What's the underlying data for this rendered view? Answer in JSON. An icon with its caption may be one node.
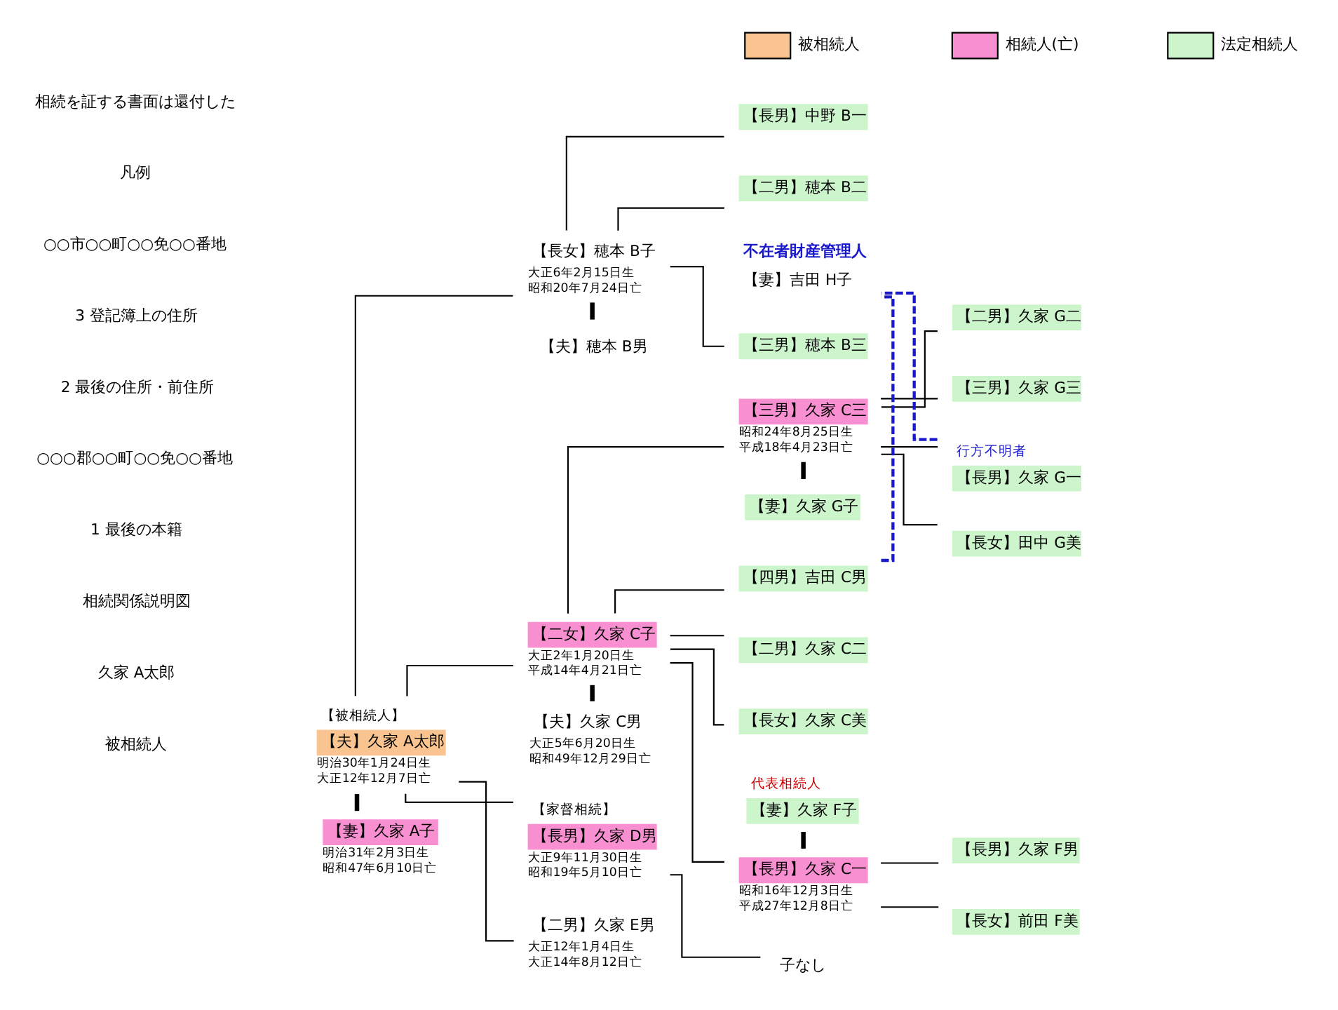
{
  "diagram": {
    "nodes": [
      {
        "text": [
          "【夫】久家 A太郎",
          "明治30年1月24日生",
          "大正12年12月7日亡"
        ],
        "beside": [
          "【被相続人】"
        ]
      },
      {
        "text": [
          "【妻】久家 A子",
          "明治31年2月3日生",
          "昭和47年6月10日亡"
        ]
      },
      {
        "text": [
          "【長女】穂本 B子",
          "大正6年2月15日生",
          "昭和20年7月24日亡"
        ]
      },
      {
        "text": [
          "【夫】穂本 B男"
        ]
      },
      {
        "text": [
          "【長男】中野 B一"
        ]
      },
      {
        "text": [
          "【二男】穂本 B二"
        ]
      },
      {
        "text": [
          "【三男】穂本 B三"
        ]
      },
      {
        "text": [
          "【二女】久家 C子",
          "大正2年1月20日生",
          "平成14年4月21日亡"
        ]
      },
      {
        "text": [
          "【夫】久家 C男",
          "大正5年6月20日生",
          "昭和49年12月29日亡"
        ]
      },
      {
        "text": [
          "【妻】久家 F子"
        ],
        "beside": [
          "代表相続人"
        ]
      },
      {
        "text": [
          "【長男】久家 C一",
          "昭和16年12月3日生",
          "平成27年12月8日亡"
        ]
      },
      {
        "text": [
          "【長男】久家 F男"
        ]
      },
      {
        "text": [
          "【長女】前田 F美"
        ]
      },
      {
        "text": [
          "【二男】久家 C二"
        ]
      },
      {
        "text": [
          "【三男】久家 C三",
          "昭和24年8月25日生",
          "平成18年4月23日亡"
        ]
      },
      {
        "text": [
          "【妻】久家 G子"
        ]
      },
      {
        "text": [
          "【長女】田中 G美"
        ]
      },
      {
        "text": [
          "【長男】久家 G一"
        ],
        "beside": [
          "行方不明者"
        ]
      },
      {
        "text": [
          "【二男】久家 G二"
        ]
      },
      {
        "text": [
          "【三男】久家 G三"
        ]
      },
      {
        "text": [
          "【長女】久家 C美"
        ]
      },
      {
        "text": [
          "【四男】吉田 C男"
        ]
      },
      {
        "text": [
          "不在者財産管理人",
          "【妻】吉田 H子"
        ]
      },
      {
        "text": [
          "【長男】久家 D男",
          "大正9年11月30日生",
          "昭和19年5月10日亡"
        ],
        "beside": [
          "【家督相続】"
        ]
      },
      {
        "text": [
          "子なし"
        ]
      },
      {
        "text": [
          "【二男】久家 E男",
          "大正12年1月4日生",
          "大正14年8月12日亡"
        ]
      }
    ],
    "edges": [
      {
        "from": 0,
        "to": 1,
        "arrow": "none",
        "style": "thick"
      },
      {
        "from": 0,
        "to": 2,
        "arrow": "none"
      },
      {
        "from": 0,
        "to": 7,
        "arrow": "none"
      },
      {
        "from": 0,
        "to": 23,
        "arrow": "none"
      },
      {
        "from": 0,
        "to": 25,
        "arrow": "none"
      },
      {
        "from": 2,
        "to": 3,
        "arrow": "none",
        "style": "thick"
      },
      {
        "from": 2,
        "to": 4,
        "arrow": "none"
      },
      {
        "from": 2,
        "to": 5,
        "arrow": "none"
      },
      {
        "from": 2,
        "to": 6,
        "arrow": "none"
      },
      {
        "from": 7,
        "to": 8,
        "arrow": "none",
        "style": "thick"
      },
      {
        "from": 7,
        "to": 10,
        "arrow": "none"
      },
      {
        "from": 7,
        "to": 13,
        "arrow": "none"
      },
      {
        "from": 7,
        "to": 14,
        "arrow": "none"
      },
      {
        "from": 7,
        "to": 20,
        "arrow": "none"
      },
      {
        "from": 7,
        "to": 21,
        "arrow": "none"
      },
      {
        "from": 9,
        "to": 10,
        "arrow": "none",
        "style": "thick"
      },
      {
        "from": 10,
        "to": 11,
        "arrow": "none"
      },
      {
        "from": 10,
        "to": 12,
        "arrow": "none"
      },
      {
        "from": 14,
        "to": 15,
        "arrow": "none",
        "style": "thick"
      },
      {
        "from": 14,
        "to": 16,
        "arrow": "none"
      },
      {
        "from": 14,
        "to": 17,
        "arrow": "none"
      },
      {
        "from": 14,
        "to": 18,
        "arrow": "none"
      },
      {
        "from": 14,
        "to": 19,
        "arrow": "none"
      },
      {
        "from": 21,
        "to": 22,
        "arrow": "none",
        "style": "dashed",
        "color": "#1a1acc"
      },
      {
        "from": 17,
        "to": 22,
        "arrow": "none",
        "style": "dashed",
        "color": "#1a1acc"
      },
      {
        "from": 23,
        "to": 24,
        "arrow": "none"
      }
    ],
    "labels": [
      "被相続人",
      "久家 A太郎",
      "相続関係説明図",
      "1 最後の本籍",
      "○○○郡○○町○○免○○番地",
      "2 最後の住所・前住所",
      "3 登記簿上の住所",
      "○○市○○町○○免○○番地",
      "凡例",
      "相続を証する書面は還付した"
    ],
    "legend": [
      {
        "text": "被相続人",
        "color": "#f9c48f"
      },
      {
        "text": "相続人(亡)",
        "color": "#f78fd0"
      },
      {
        "text": "法定相続人",
        "color": "#ccf5cc"
      }
    ]
  }
}
